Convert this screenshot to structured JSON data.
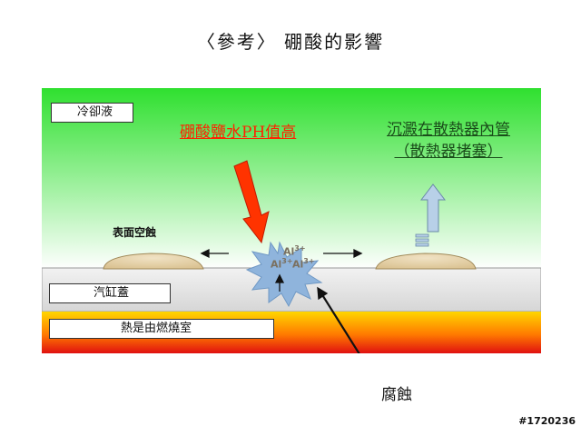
{
  "title": "〈參考〉 硼酸的影響",
  "labels": {
    "coolant": "冷卻液",
    "ph": "硼酸鹽水PH值高",
    "deposit_line1": "沉澱在散熱器內管",
    "deposit_line2": "（散熱器堵塞）",
    "pitting": "表面空蝕",
    "cylinder": "汽缸蓋",
    "heat": "熱是由燃燒室",
    "corrosion": "腐蝕"
  },
  "ions": [
    "Al",
    "Al",
    "Al"
  ],
  "ion_charge": "3+",
  "watermark": "#1720236",
  "colors": {
    "coolant_top": "#2fe02f",
    "coolant_bottom": "#ffffff",
    "metal": "#e4e4e4",
    "heat_top": "#ffd600",
    "heat_mid": "#ff7a00",
    "heat_bottom": "#e01010",
    "arrow_red": "#ff3300",
    "arrow_blue": "#b8d0e8",
    "burst": "#8fb4dc",
    "deposit": "#e9d6b0"
  }
}
